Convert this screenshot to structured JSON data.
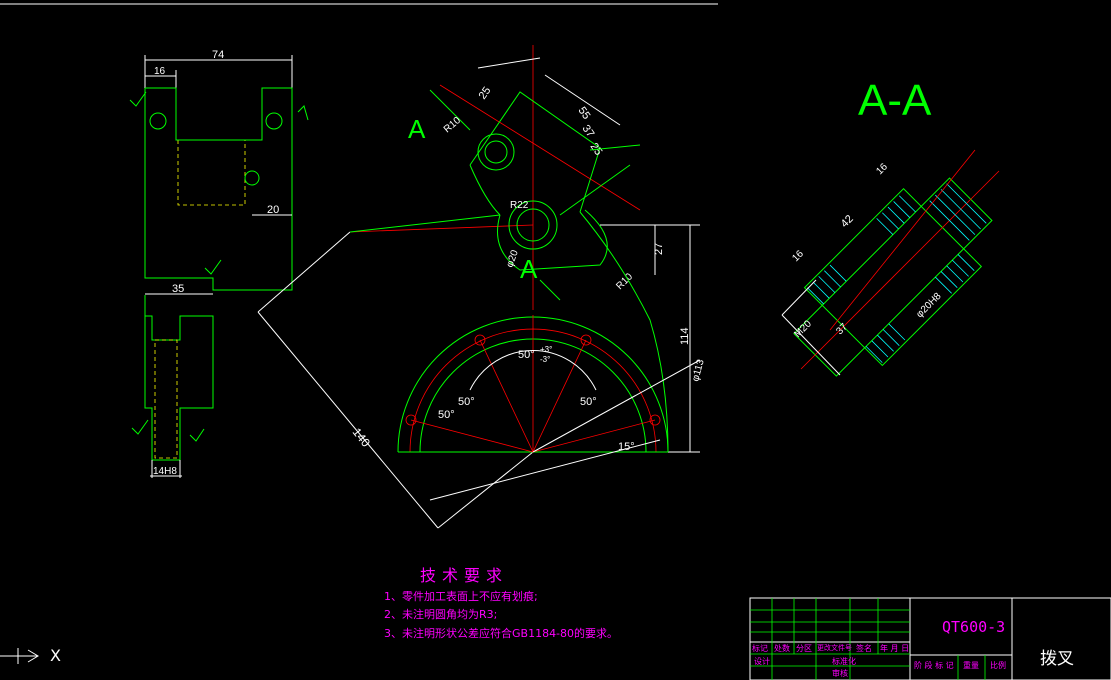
{
  "drawing": {
    "section_label": "A-A",
    "cut_label_top": "A",
    "cut_label_bottom": "A",
    "dims": {
      "d74": "74",
      "d16": "16",
      "d20": "20",
      "d35": "35",
      "d14h8": "14H8",
      "d25": "25",
      "d55": "55",
      "d37": "37",
      "d25b": "25",
      "d27": "27",
      "d114": "114",
      "d140": "140",
      "r10": "R10",
      "r10b": "R10",
      "r22": "R22",
      "phi20": "φ20",
      "phi113": "φ113",
      "a50a": "50°",
      "a50b": "50°",
      "a50c": "50°",
      "a50d": "50°",
      "a15": "15°",
      "tol_plus": "+3°",
      "tol_minus": "-3°",
      "s16": "16",
      "s42": "42",
      "s16b": "16",
      "s37": "37",
      "s20h8": "φ20H8",
      "m20": "M20"
    },
    "cursor_label": "X"
  },
  "notes": {
    "title": "技术要求",
    "items": [
      "1、零件加工表面上不应有划痕;",
      "2、未注明圆角均为R3;",
      "3、未注明形状公差应符合GB1184-80的要求。"
    ]
  },
  "title_block": {
    "material": "QT600-3",
    "part_name": "拨叉",
    "headers": [
      "标记",
      "处数",
      "分区",
      "更改文件号",
      "签名",
      "年 月 日"
    ],
    "row2": [
      "设计",
      "标准化"
    ],
    "row3": [
      "审核"
    ],
    "stage_labels": [
      "阶 段 标 记",
      "重量",
      "比例"
    ]
  },
  "colors": {
    "background": "#000000",
    "outline": "#00ff00",
    "centerline": "#ff0000",
    "dimension_text": "#ffffff",
    "hidden": "#ffff00",
    "hatch": "#00ffff",
    "notes": "#ff00ff"
  }
}
